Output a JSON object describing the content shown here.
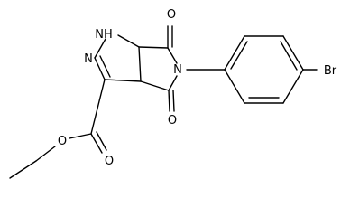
{
  "molecule": {
    "atoms": {
      "nh": "NH",
      "n_ring": "N",
      "n_imide": "N",
      "o_top": "O",
      "o_imide_bottom": "O",
      "o_ester_carbonyl": "O",
      "o_ester": "O",
      "br": "Br"
    },
    "colors": {
      "bond": "#000000",
      "label": "#000000",
      "background": "#ffffff"
    }
  }
}
